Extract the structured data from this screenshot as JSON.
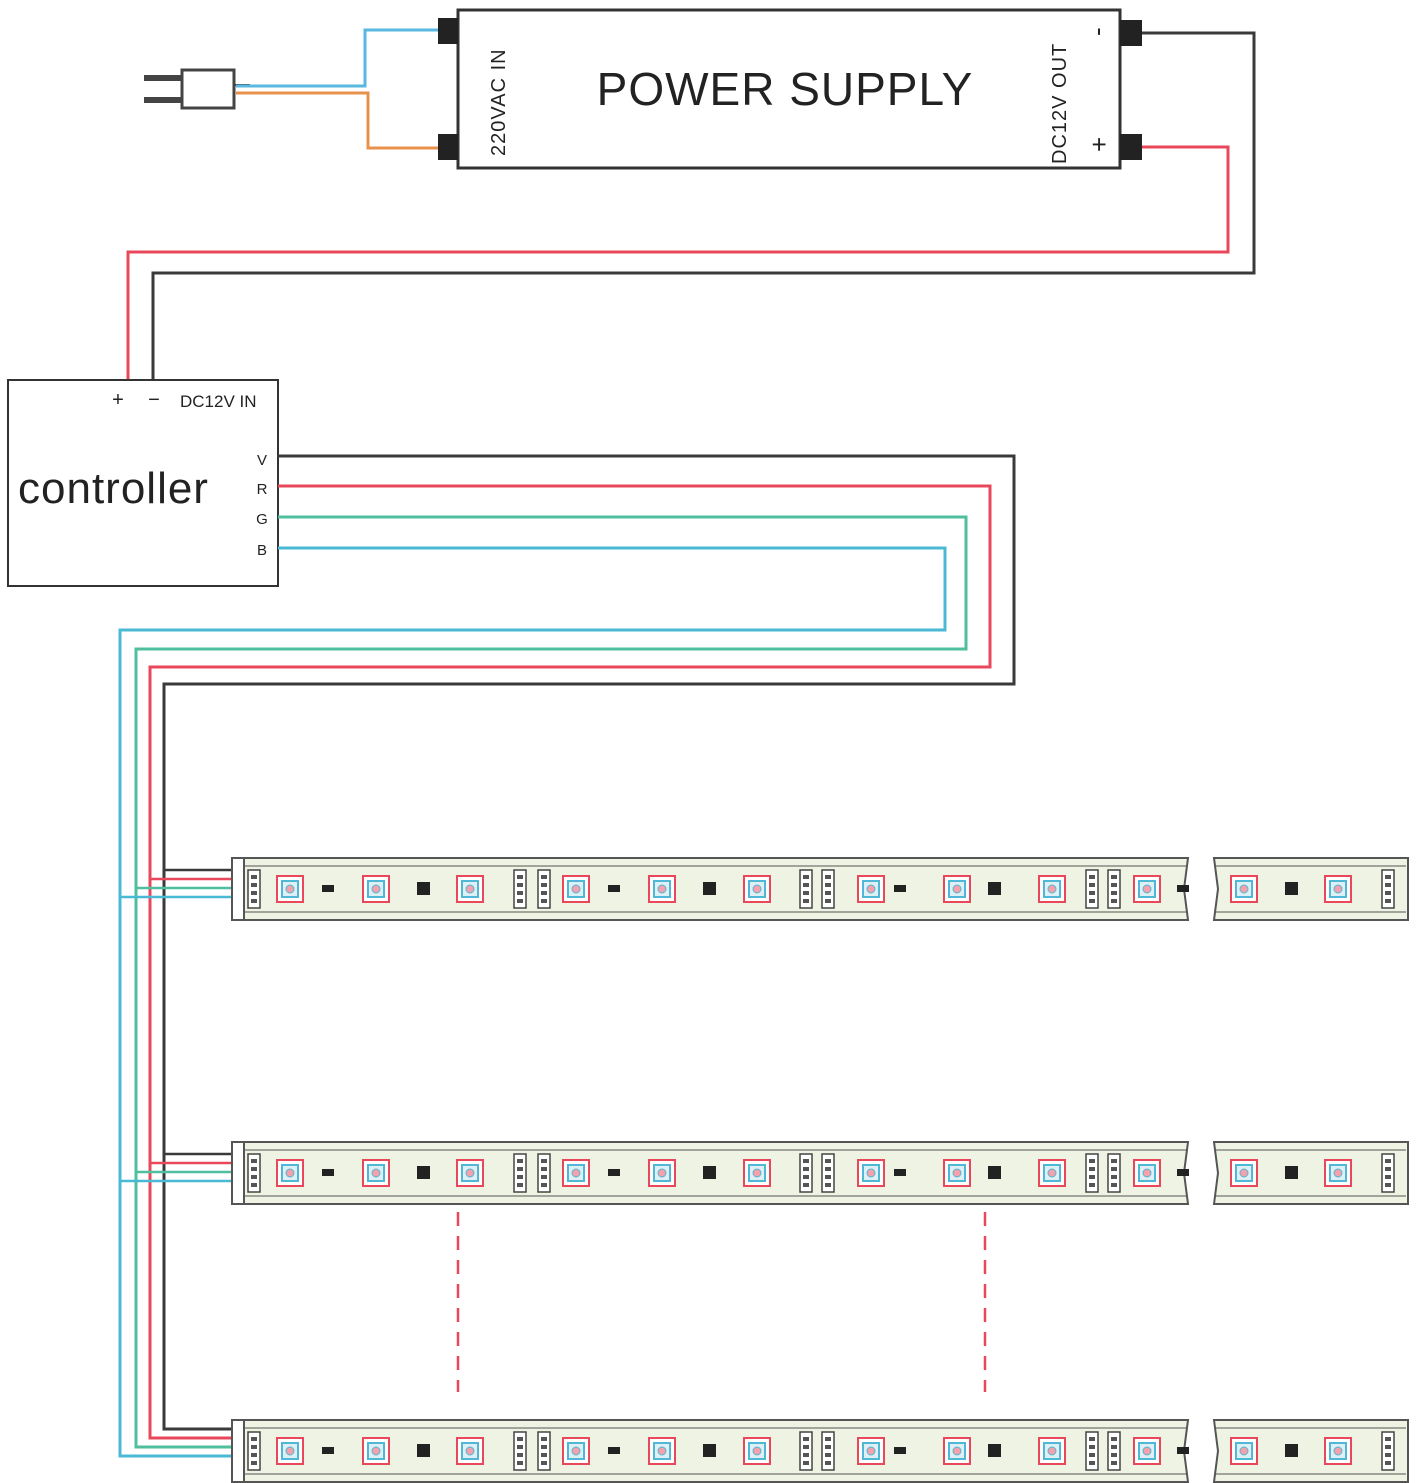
{
  "power_supply": {
    "title": "POWER SUPPLY",
    "input_label": "220VAC IN",
    "output_label": "DC12V OUT",
    "minus_label": "-",
    "plus_label": "+"
  },
  "controller": {
    "title": "controller",
    "plus_label": "+",
    "minus_label": "−",
    "input_label": "DC12V IN",
    "channels": [
      "V",
      "R",
      "G",
      "B"
    ]
  },
  "wire_colors": {
    "v": "#3a3a3a",
    "r": "#e8485a",
    "g": "#4fbf9f",
    "b": "#4ab9d6",
    "ac_brown": "#e8914a",
    "ac_blue": "#5ab8e0"
  },
  "strip_colors": {
    "body": "#eef3e3",
    "outline": "#555555",
    "led_frame": "#e8485a",
    "led_inner": "#4fb8d6"
  }
}
